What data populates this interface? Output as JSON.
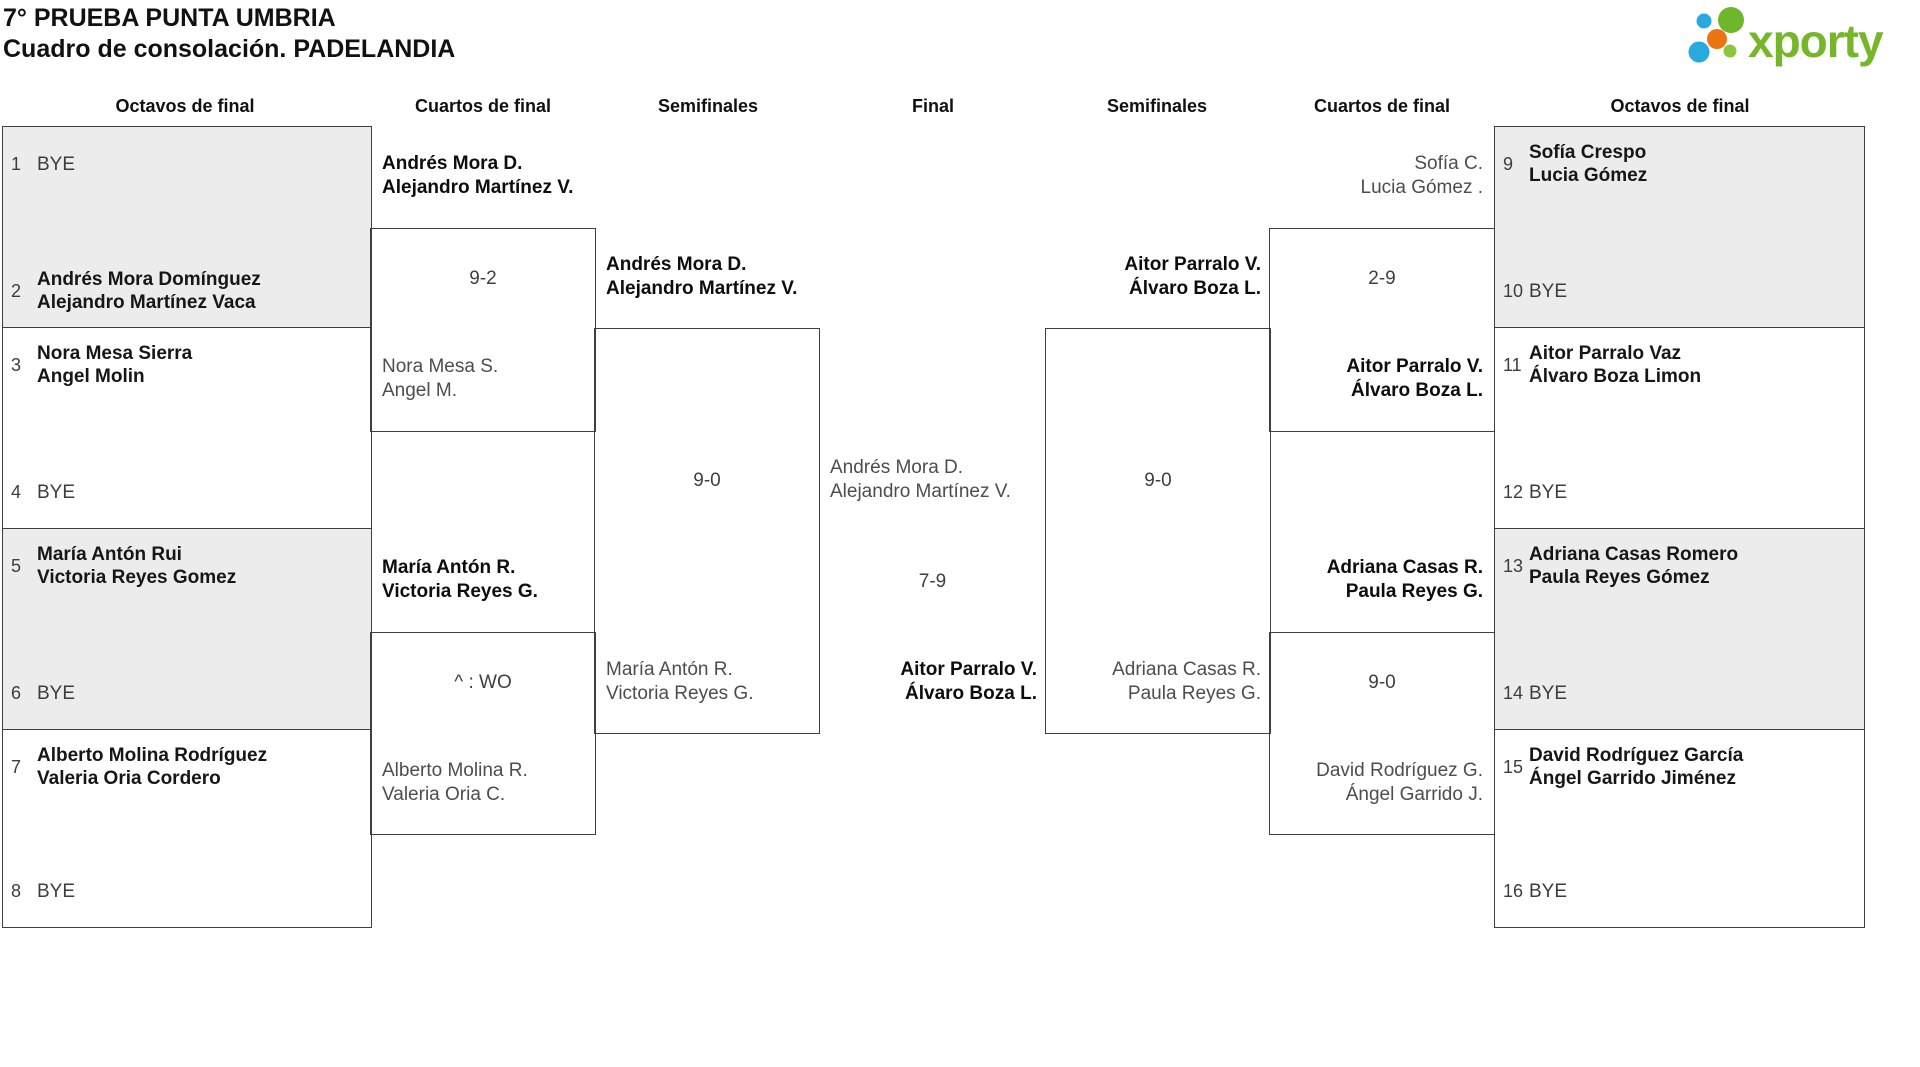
{
  "header": {
    "title1": "7° PRUEBA PUNTA UMBRIA",
    "title2": "Cuadro de consolación. PADELANDIA",
    "logo_text": "xporty",
    "logo_colors": {
      "green": "#76b62a",
      "light_green": "#8cc63e",
      "blue": "#2aa9e0",
      "orange": "#ec7412"
    }
  },
  "round_headers": [
    "Octavos de final",
    "Cuartos de final",
    "Semifinales",
    "Final",
    "Semifinales",
    "Cuartos de final",
    "Octavos de final"
  ],
  "seeds_left": [
    {
      "num": "1",
      "line1": "BYE"
    },
    {
      "num": "2",
      "line1": "Andrés Mora Domínguez",
      "line2": "Alejandro Martínez Vaca"
    },
    {
      "num": "3",
      "line1": "Nora Mesa Sierra",
      "line2": "Angel Molin"
    },
    {
      "num": "4",
      "line1": "BYE"
    },
    {
      "num": "5",
      "line1": "María Antón Rui",
      "line2": "Victoria Reyes Gomez"
    },
    {
      "num": "6",
      "line1": "BYE"
    },
    {
      "num": "7",
      "line1": "Alberto Molina Rodríguez",
      "line2": "Valeria Oria Cordero"
    },
    {
      "num": "8",
      "line1": "BYE"
    }
  ],
  "seeds_right": [
    {
      "num": "9",
      "line1": "Sofía Crespo",
      "line2": "Lucia Gómez"
    },
    {
      "num": "10",
      "line1": "BYE"
    },
    {
      "num": "11",
      "line1": "Aitor Parralo Vaz",
      "line2": "Álvaro Boza Limon"
    },
    {
      "num": "12",
      "line1": "BYE"
    },
    {
      "num": "13",
      "line1": "Adriana Casas Romero",
      "line2": "Paula Reyes Gómez"
    },
    {
      "num": "14",
      "line1": "BYE"
    },
    {
      "num": "15",
      "line1": "David Rodríguez García",
      "line2": "Ángel Garrido Jiménez"
    },
    {
      "num": "16",
      "line1": "BYE"
    }
  ],
  "matches": {
    "qf_l_top": {
      "winner1": "Andrés Mora D.",
      "winner2": "Alejandro Martínez V.",
      "score": "9-2",
      "loser1": "Nora Mesa S.",
      "loser2": "Angel M."
    },
    "qf_l_bot": {
      "winner1": "María Antón R.",
      "winner2": "Victoria Reyes G.",
      "score": "^ : WO",
      "loser1": "Alberto Molina R.",
      "loser2": "Valeria Oria C."
    },
    "sf_l": {
      "winner1": "Andrés Mora D.",
      "winner2": "Alejandro Martínez V.",
      "score": "9-0",
      "loser1": "María Antón R.",
      "loser2": "Victoria Reyes G."
    },
    "final": {
      "top1": "Andrés Mora D.",
      "top2": "Alejandro Martínez V.",
      "score": "7-9",
      "winner1": "Aitor Parralo V.",
      "winner2": "Álvaro Boza L."
    },
    "sf_r": {
      "winner1": "Aitor Parralo V.",
      "winner2": "Álvaro Boza L.",
      "score": "9-0",
      "loser1": "Adriana Casas R.",
      "loser2": "Paula Reyes G."
    },
    "qf_r_top": {
      "loser1": "Sofía C.",
      "loser2": "Lucia Gómez .",
      "score": "2-9",
      "winner1": "Aitor Parralo V.",
      "winner2": "Álvaro Boza L."
    },
    "qf_r_bot": {
      "winner1": "Adriana Casas R.",
      "winner2": "Paula Reyes G.",
      "score": "9-0",
      "loser1": "David Rodríguez G.",
      "loser2": "Ángel Garrido J."
    }
  }
}
